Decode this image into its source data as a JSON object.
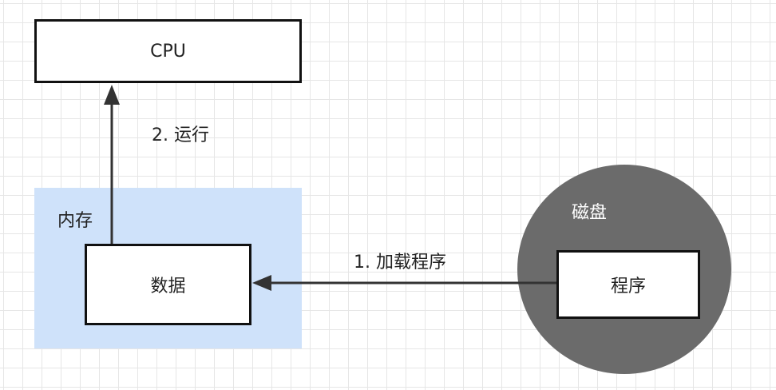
{
  "diagram": {
    "cpu": {
      "label": "CPU"
    },
    "memory": {
      "label": "内存",
      "fill": "#cfe2fa"
    },
    "data_node": {
      "label": "数据"
    },
    "disk": {
      "label": "磁盘",
      "fill": "#6b6b6b"
    },
    "program_node": {
      "label": "程序"
    },
    "edges": [
      {
        "from": "program_node",
        "to": "data_node",
        "label": "1. 加载程序"
      },
      {
        "from": "data_node",
        "to": "cpu",
        "label": "2. 运行"
      }
    ]
  }
}
